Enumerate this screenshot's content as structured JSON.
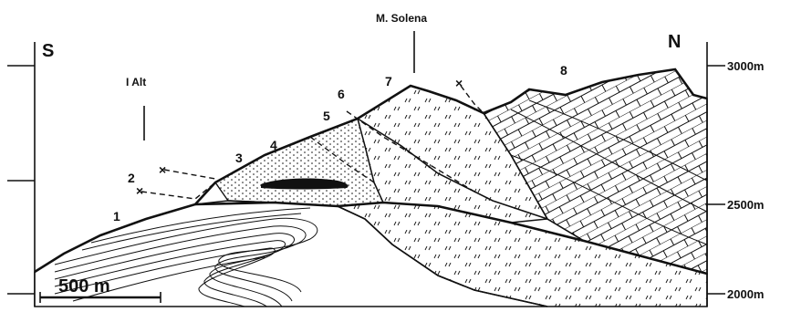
{
  "labels": {
    "south": "S",
    "north": "N",
    "peak": "M. Solena",
    "alt": "I Alt",
    "scale_bar": "500 m"
  },
  "units": [
    "1",
    "2",
    "3",
    "4",
    "5",
    "6",
    "7",
    "8"
  ],
  "elevations": [
    "3000m",
    "2500m",
    "2000m"
  ]
}
